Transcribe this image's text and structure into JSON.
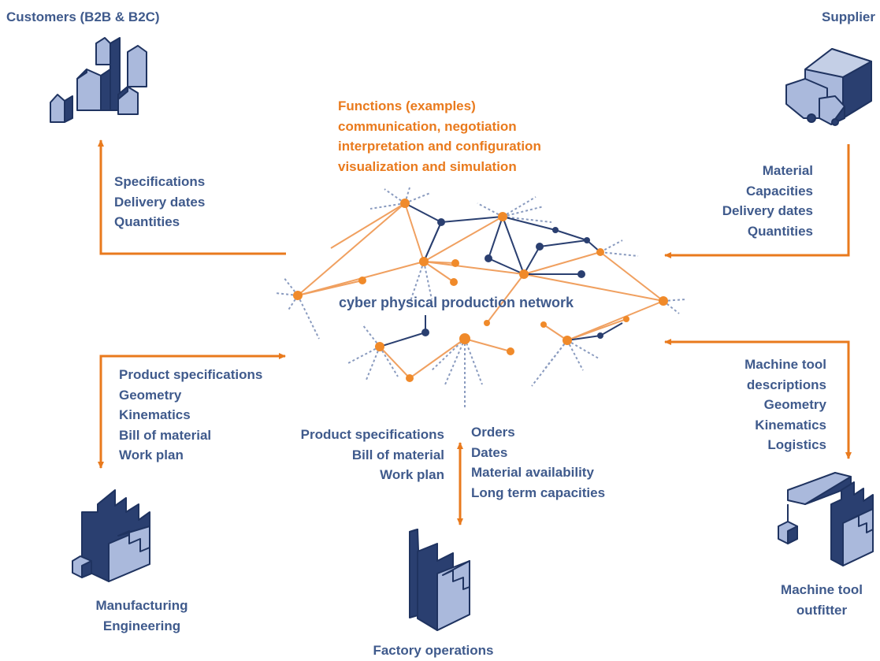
{
  "nodes": {
    "customers": {
      "label": "Customers (B2B & B2C)"
    },
    "supplier": {
      "label": "Supplier"
    },
    "manufacturing": {
      "label_lines": [
        "Manufacturing",
        "Engineering"
      ]
    },
    "factory": {
      "label": "Factory operations"
    },
    "machine_tool": {
      "label_lines": [
        "Machine tool",
        "outfitter"
      ]
    }
  },
  "center": {
    "label": "cyber physical production network"
  },
  "functions": {
    "lines": [
      "Functions (examples)",
      "communication, negotiation",
      "interpretation and configuration",
      "visualization and simulation"
    ]
  },
  "flows": {
    "customers": [
      "Specifications",
      "Delivery dates",
      "Quantities"
    ],
    "supplier": [
      "Material",
      "Capacities",
      "Delivery dates",
      "Quantities"
    ],
    "manufacturing": [
      "Product specifications",
      "Geometry",
      "Kinematics",
      "Bill of material",
      "Work plan"
    ],
    "factory_left": [
      "Product specifications",
      "Bill of material",
      "Work plan"
    ],
    "factory_right": [
      "Orders",
      "Dates",
      "Material availability",
      "Long term capacities"
    ],
    "machine_tool": [
      "Machine tool",
      "descriptions",
      "Geometry",
      "Kinematics",
      "Logistics"
    ]
  },
  "colors": {
    "text": "#3f5a8c",
    "accent": "#e97a1d",
    "icon_fill": "#aab9dc",
    "icon_dark": "#2a3f70"
  }
}
